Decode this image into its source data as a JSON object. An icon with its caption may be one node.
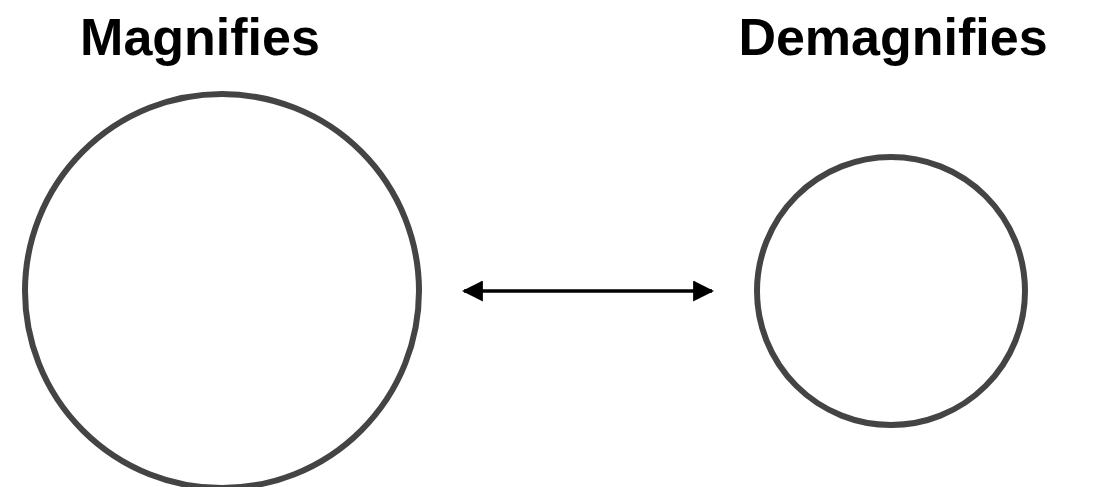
{
  "diagram": {
    "nodes": [
      {
        "text": [
          "Magnifies"
        ]
      },
      {
        "text": [
          "Demagnifies"
        ]
      }
    ],
    "edges": [
      {
        "from": 0,
        "to": 1,
        "arrow": "both"
      }
    ]
  }
}
